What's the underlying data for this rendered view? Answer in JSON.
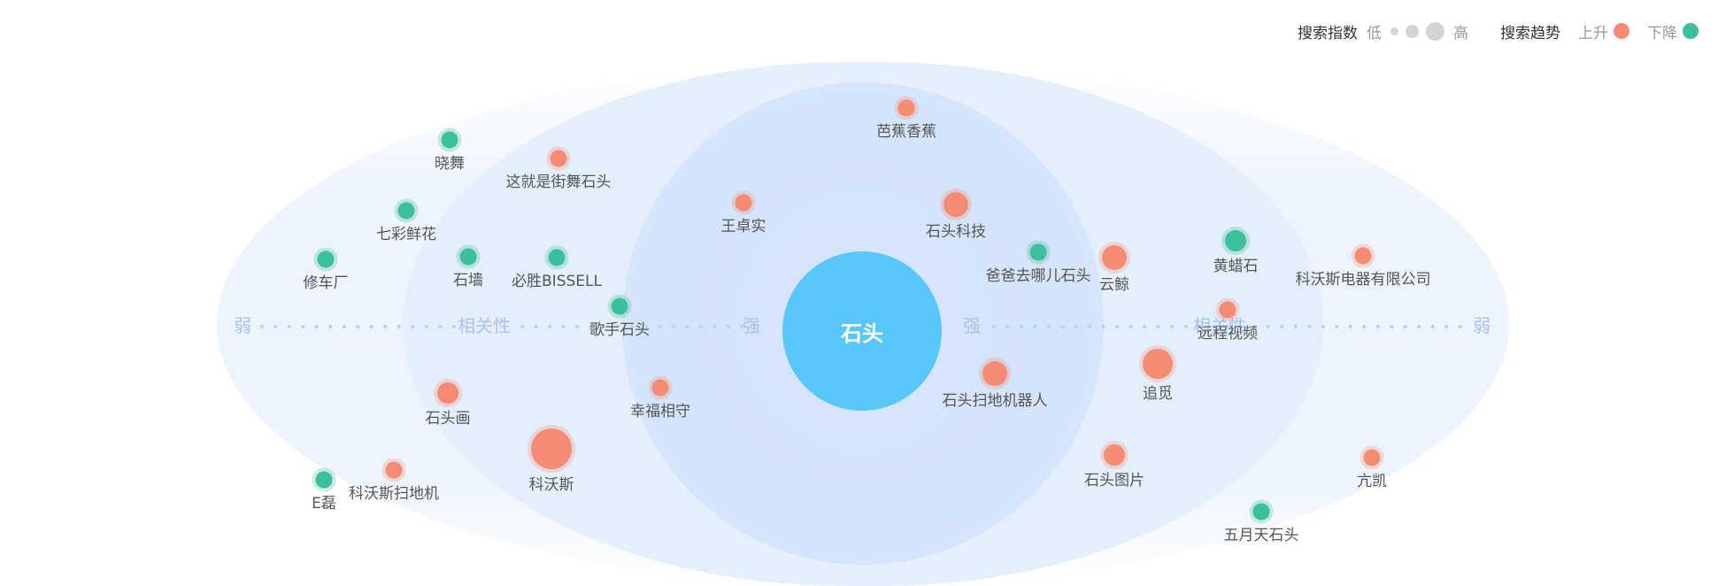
{
  "legend": {
    "index_title": "搜索指数",
    "index_low": "低",
    "index_high": "高",
    "trend_title": "搜索趋势",
    "trend_up": "上升",
    "trend_down": "下降"
  },
  "colors": {
    "up": "#f58b75",
    "down": "#3cbf9c",
    "center": "#58c7f9"
  },
  "axis": {
    "weak": "弱",
    "relevance": "相关性",
    "strong": "强"
  },
  "center_keyword": "石头",
  "nodes": [
    {
      "label": "晓舞",
      "trend": "down"
    },
    {
      "label": "这就是街舞石头",
      "trend": "up"
    },
    {
      "label": "七彩鲜花",
      "trend": "down"
    },
    {
      "label": "修车厂",
      "trend": "down"
    },
    {
      "label": "石墙",
      "trend": "down"
    },
    {
      "label": "必胜BISSELL",
      "trend": "down"
    },
    {
      "label": "歌手石头",
      "trend": "down"
    },
    {
      "label": "石头画",
      "trend": "up"
    },
    {
      "label": "幸福相守",
      "trend": "up"
    },
    {
      "label": "E磊",
      "trend": "down"
    },
    {
      "label": "科沃斯扫地机",
      "trend": "up"
    },
    {
      "label": "科沃斯",
      "trend": "up"
    },
    {
      "label": "芭蕉香蕉",
      "trend": "up"
    },
    {
      "label": "王卓实",
      "trend": "up"
    },
    {
      "label": "石头科技",
      "trend": "up"
    },
    {
      "label": "爸爸去哪儿石头",
      "trend": "down"
    },
    {
      "label": "云鲸",
      "trend": "up"
    },
    {
      "label": "黄蜡石",
      "trend": "down"
    },
    {
      "label": "科沃斯电器有限公司",
      "trend": "up"
    },
    {
      "label": "远程视频",
      "trend": "up"
    },
    {
      "label": "石头扫地机器人",
      "trend": "up"
    },
    {
      "label": "追觅",
      "trend": "up"
    },
    {
      "label": "石头图片",
      "trend": "up"
    },
    {
      "label": "亢凯",
      "trend": "up"
    },
    {
      "label": "五月天石头",
      "trend": "down"
    }
  ]
}
